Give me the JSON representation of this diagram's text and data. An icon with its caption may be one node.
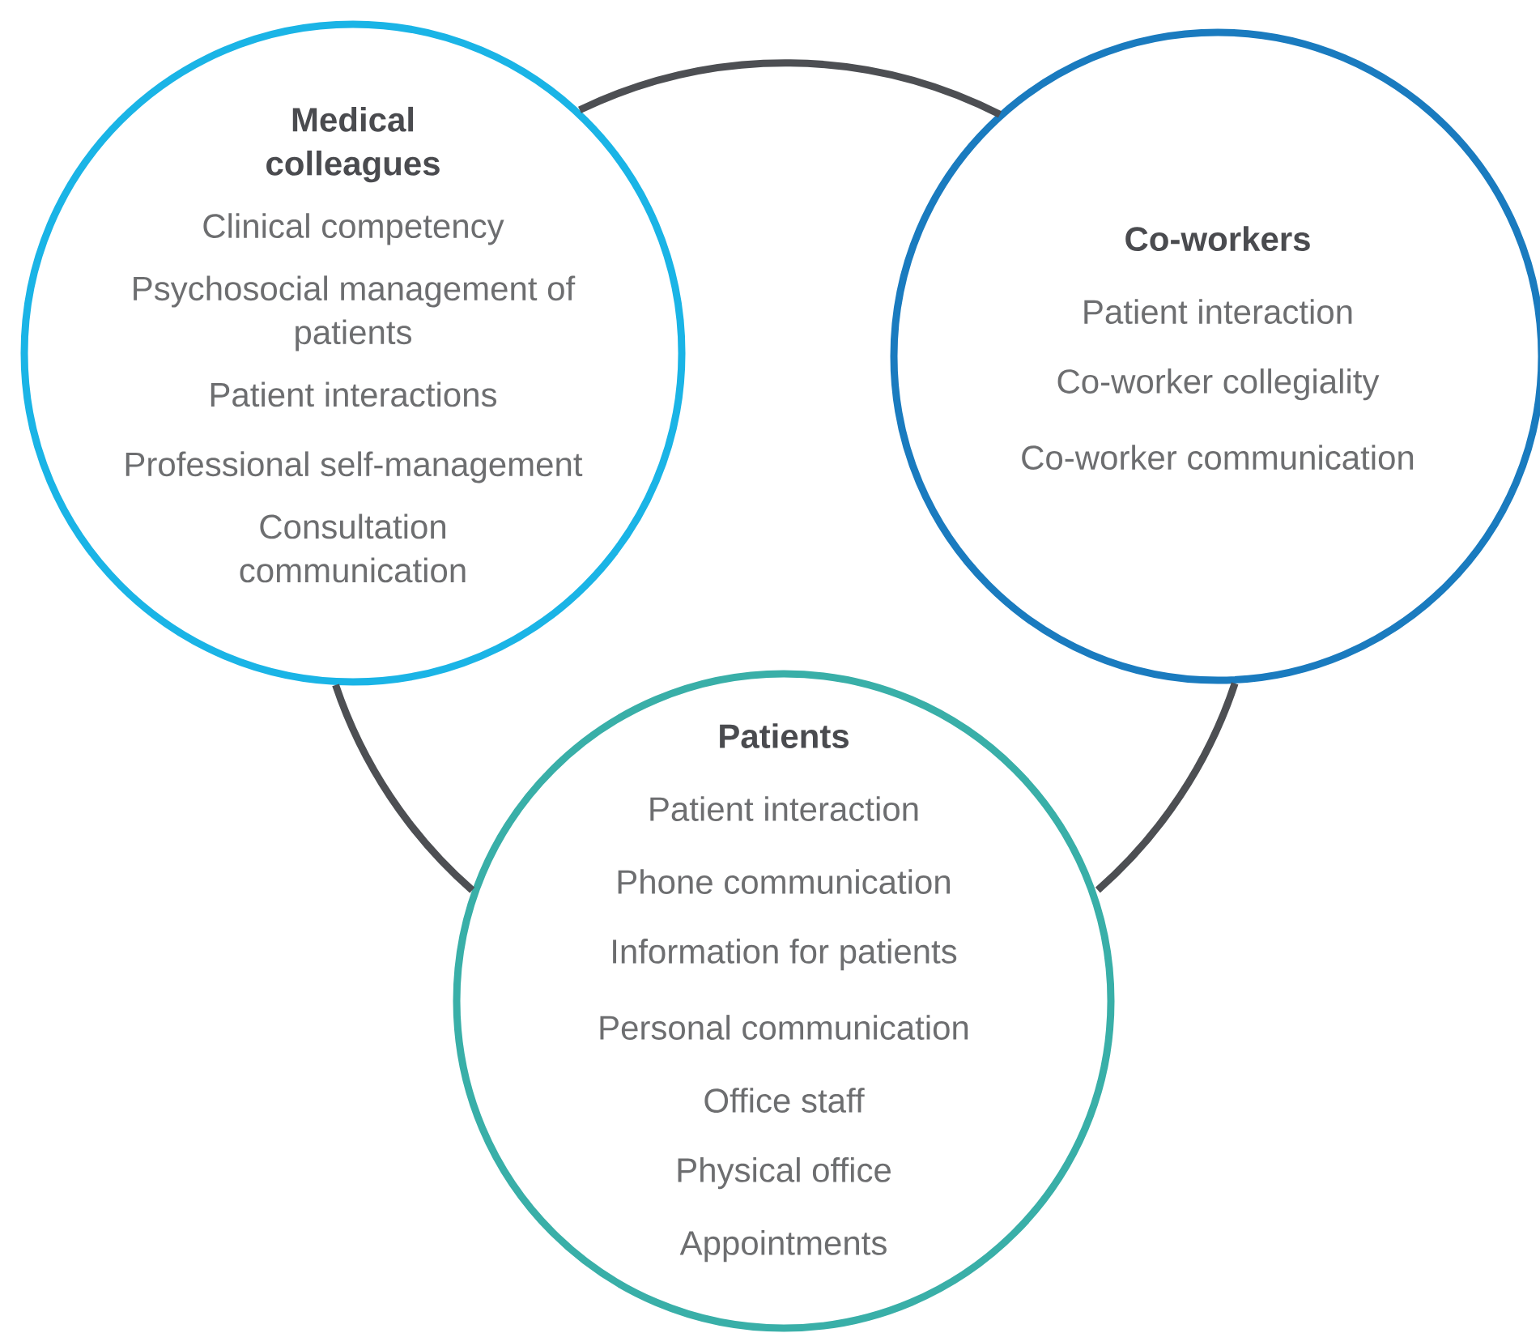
{
  "diagram": {
    "nodes": [
      {
        "text": [
          "Medical colleagues",
          "Clinical competency",
          "Psychosocial management of patients",
          "Patient interactions",
          "Professional self-management",
          "Consultation communication"
        ]
      },
      {
        "text": [
          "Co-workers",
          "Patient interaction",
          "Co-worker collegiality",
          "Co-worker communication"
        ]
      },
      {
        "text": [
          "Patients",
          "Patient interaction",
          "Phone communication",
          "Information for patients",
          "Personal communication",
          "Office staff",
          "Physical office",
          "Appointments"
        ]
      }
    ],
    "edges": [
      {
        "from": 0,
        "to": 1,
        "arrow": "none"
      },
      {
        "from": 0,
        "to": 2,
        "arrow": "none"
      },
      {
        "from": 1,
        "to": 2,
        "arrow": "none"
      }
    ]
  }
}
